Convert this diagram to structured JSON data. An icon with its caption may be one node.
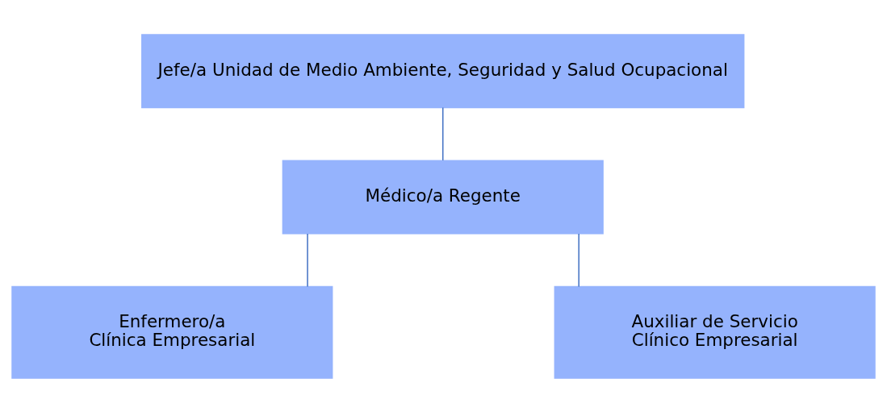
{
  "diagram": {
    "nodes": [
      {
        "text": [
          "Jefe/a Unidad de Medio Ambiente, Seguridad y Salud Ocupacional"
        ]
      },
      {
        "text": [
          "Médico/a Regente"
        ]
      },
      {
        "text": [
          "Enfermero/a",
          "Clínica Empresarial"
        ]
      },
      {
        "text": [
          "Auxiliar de Servicio",
          "Clínico Empresarial"
        ]
      }
    ],
    "edges": [
      {
        "from": 0,
        "to": 1,
        "arrow": "none"
      },
      {
        "from": 1,
        "to": 2,
        "arrow": "none"
      },
      {
        "from": 1,
        "to": 3,
        "arrow": "none"
      }
    ]
  }
}
